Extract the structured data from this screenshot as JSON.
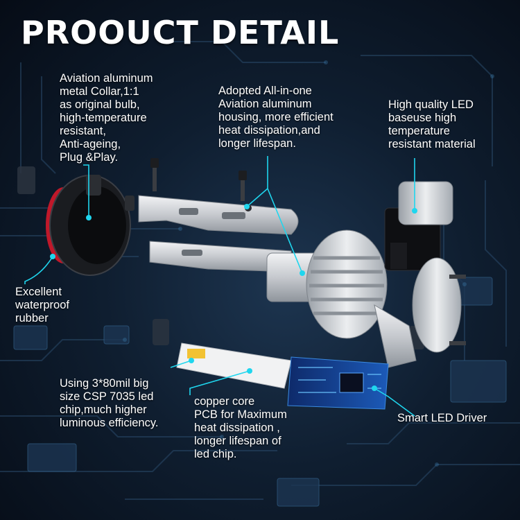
{
  "title": "PROOUCT DETAIL",
  "colors": {
    "accent": "#1fd6ee",
    "background": "#0f1e30",
    "text": "#ffffff",
    "rubber": "#c0182a",
    "metal": "#c9ccd0"
  },
  "callouts": {
    "collar": "Aviation aluminum\nmetal Collar,1:1\nas original bulb,\nhigh-temperature\nresistant,\nAnti-ageing,\nPlug &Play.",
    "housing": "Adopted All-in-one\nAviation aluminum\nhousing, more efficient\nheat dissipation,and\nlonger lifespan.",
    "base": "High quality LED\nbaseuse high\ntemperature\nresistant material",
    "rubber": "Excellent\nwaterproof\nrubber",
    "chip": "Using 3*80mil big\nsize CSP 7035 led\nchip,much higher\nluminous efficiency.",
    "pcb": "copper core\nPCB for Maximum\nheat dissipation ,\nlonger lifespan of\nled chip.",
    "driver": "Smart LED Driver"
  }
}
